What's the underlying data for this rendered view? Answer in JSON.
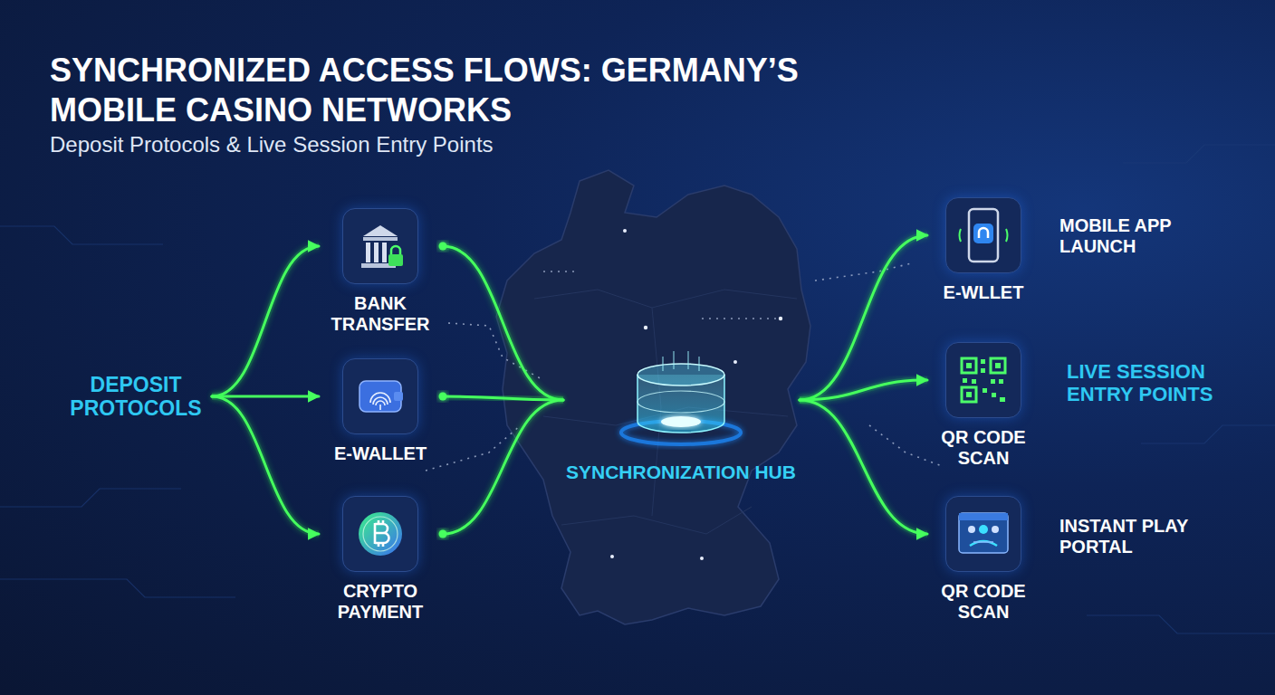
{
  "diagram": {
    "title": "SYNCHRONIZED ACCESS FLOWS: GERMANY’S MOBILE CASINO NETWORKS",
    "nodes": [
      {
        "text": [
          "DEPOSIT PROTOCOLS"
        ]
      },
      {
        "text": [
          "BANK TRANSFER"
        ]
      },
      {
        "text": [
          "E-WALLET"
        ]
      },
      {
        "text": [
          "CRYPTO PAYMENT"
        ]
      },
      {
        "text": [
          "SYNCHRONIZATION HUB"
        ]
      },
      {
        "text": [
          "E-WLLET"
        ]
      },
      {
        "text": [
          "QR CODE SCAN"
        ]
      },
      {
        "text": [
          "QR CODE SCAN"
        ]
      }
    ],
    "edges": [
      {
        "from": 0,
        "to": 1,
        "arrow": "to"
      },
      {
        "from": 0,
        "to": 2,
        "arrow": "to"
      },
      {
        "from": 0,
        "to": 3,
        "arrow": "to"
      },
      {
        "from": 1,
        "to": 4,
        "arrow": "none"
      },
      {
        "from": 2,
        "to": 4,
        "arrow": "none"
      },
      {
        "from": 3,
        "to": 4,
        "arrow": "none"
      },
      {
        "from": 4,
        "to": 5,
        "arrow": "to"
      },
      {
        "from": 4,
        "to": 6,
        "arrow": "to"
      },
      {
        "from": 4,
        "to": 7,
        "arrow": "to"
      }
    ],
    "labels": [
      "Deposit Protocols & Live Session Entry Points",
      "MOBILE APP LAUNCH",
      "LIVE SESSION ENTRY POINTS",
      "INSTANT PLAY PORTAL"
    ]
  }
}
